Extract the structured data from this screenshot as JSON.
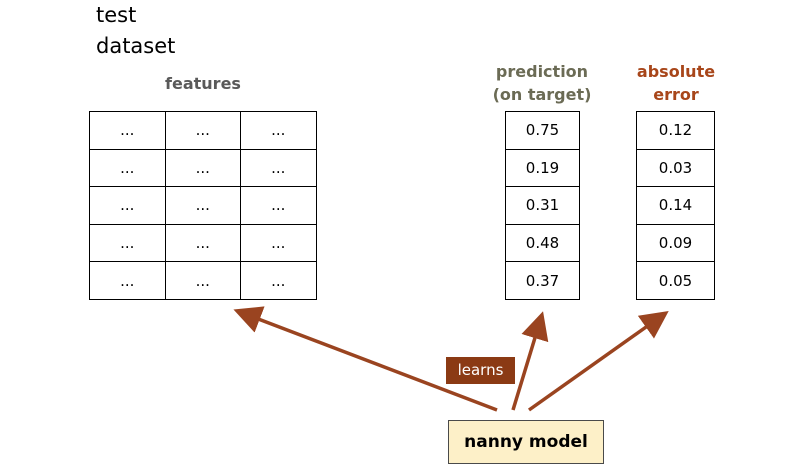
{
  "title": {
    "line1": "test",
    "line2": "dataset"
  },
  "headers": {
    "features": "features",
    "prediction_line1": "prediction",
    "prediction_line2": "(on target)",
    "error_line1": "absolute",
    "error_line2": "error"
  },
  "features": {
    "rows": [
      [
        "...",
        "...",
        "..."
      ],
      [
        "...",
        "...",
        "..."
      ],
      [
        "...",
        "...",
        "..."
      ],
      [
        "...",
        "...",
        "..."
      ],
      [
        "...",
        "...",
        "..."
      ]
    ]
  },
  "predictions": [
    "0.75",
    "0.19",
    "0.31",
    "0.48",
    "0.37"
  ],
  "absolute_errors": [
    "0.12",
    "0.03",
    "0.14",
    "0.09",
    "0.05"
  ],
  "learns_label": "learns",
  "model_label": "nanny model",
  "colors": {
    "arrow": "#9a4420",
    "learns_bg": "#8b3a14",
    "model_bg": "#fdf0c8",
    "error_header": "#a8461a",
    "prediction_header": "#6b6b55",
    "features_header": "#5a5a5a"
  }
}
